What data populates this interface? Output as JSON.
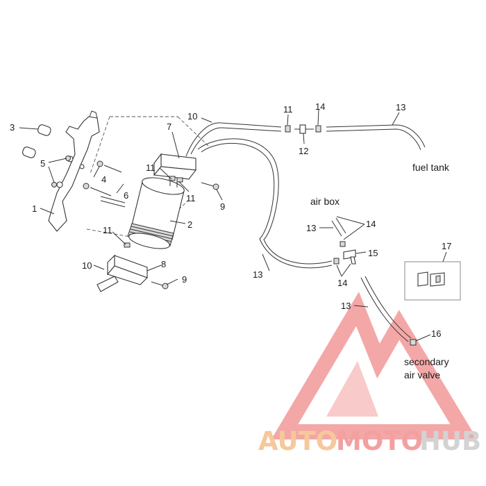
{
  "callouts": {
    "c1": "1",
    "c2": "2",
    "c3": "3",
    "c4": "4",
    "c5": "5",
    "c6": "6",
    "c7": "7",
    "c8": "8",
    "c9a": "9",
    "c9b": "9",
    "c10a": "10",
    "c10b": "10",
    "c11a": "11",
    "c11b": "11",
    "c11c": "11",
    "c11d": "11",
    "c12": "12",
    "c13a": "13",
    "c13b": "13",
    "c13c": "13",
    "c13d": "13",
    "c14a": "14",
    "c14b": "14",
    "c14c": "14",
    "c15": "15",
    "c16": "16",
    "c17": "17"
  },
  "labels": {
    "fuel_tank": "fuel tank",
    "air_box": "air box",
    "secondary_air_valve_line1": "secondary",
    "secondary_air_valve_line2": "air valve"
  },
  "watermark": {
    "part1": "AUTO",
    "part2": "MOTO",
    "part3": "HUB",
    "color_auto": "#f6c89a",
    "color_moto": "#f3a0a0",
    "color_hub": "#d3d3d3",
    "logo_color": "#f08a8a"
  }
}
